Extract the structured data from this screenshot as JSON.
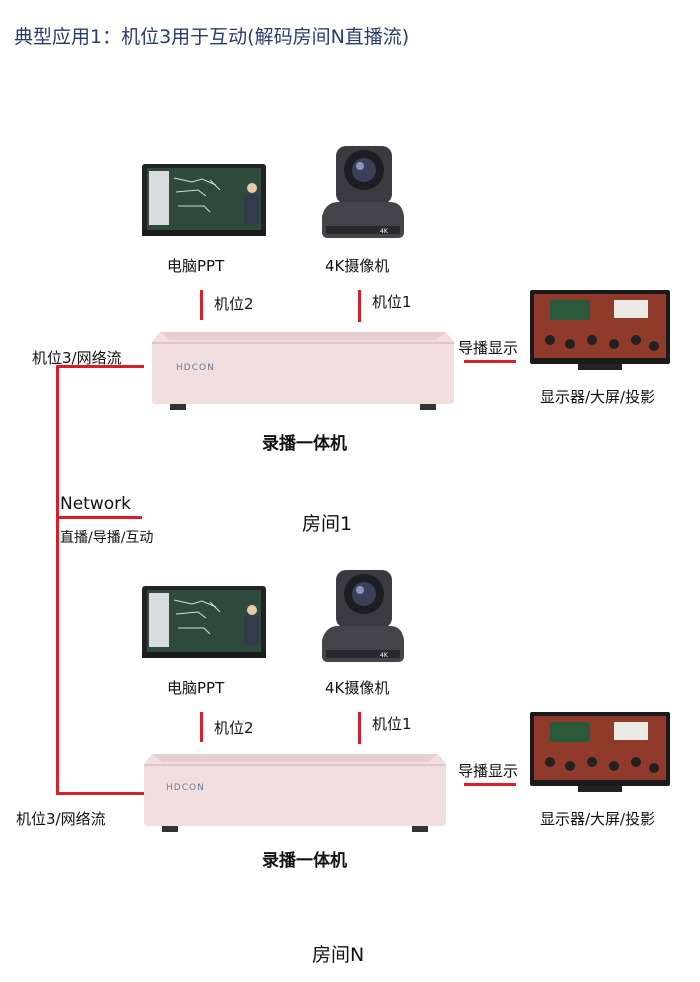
{
  "title": "典型应用1：机位3用于互动(解码房间N直播流)",
  "network": {
    "label": "Network",
    "sublabel": "直播/导播/互动"
  },
  "rooms": [
    {
      "name": "房间1",
      "pc_label": "电脑PPT",
      "camera_label": "4K摄像机",
      "camera_brand": "4K",
      "pos2_label": "机位2",
      "pos1_label": "机位1",
      "pos3_label": "机位3/网络流",
      "recorder_label": "录播一体机",
      "brand": "HDCON",
      "output_label": "导播显示",
      "display_label": "显示器/大屏/投影"
    },
    {
      "name": "房间N",
      "pc_label": "电脑PPT",
      "camera_label": "4K摄像机",
      "camera_brand": "4K",
      "pos2_label": "机位2",
      "pos1_label": "机位1",
      "pos3_label": "机位3/网络流",
      "recorder_label": "录播一体机",
      "brand": "HDCON",
      "output_label": "导播显示",
      "display_label": "显示器/大屏/投影"
    }
  ],
  "colors": {
    "title": "#2a3b70",
    "connector": "#d9202a",
    "recorder": "#f3e3e3"
  }
}
